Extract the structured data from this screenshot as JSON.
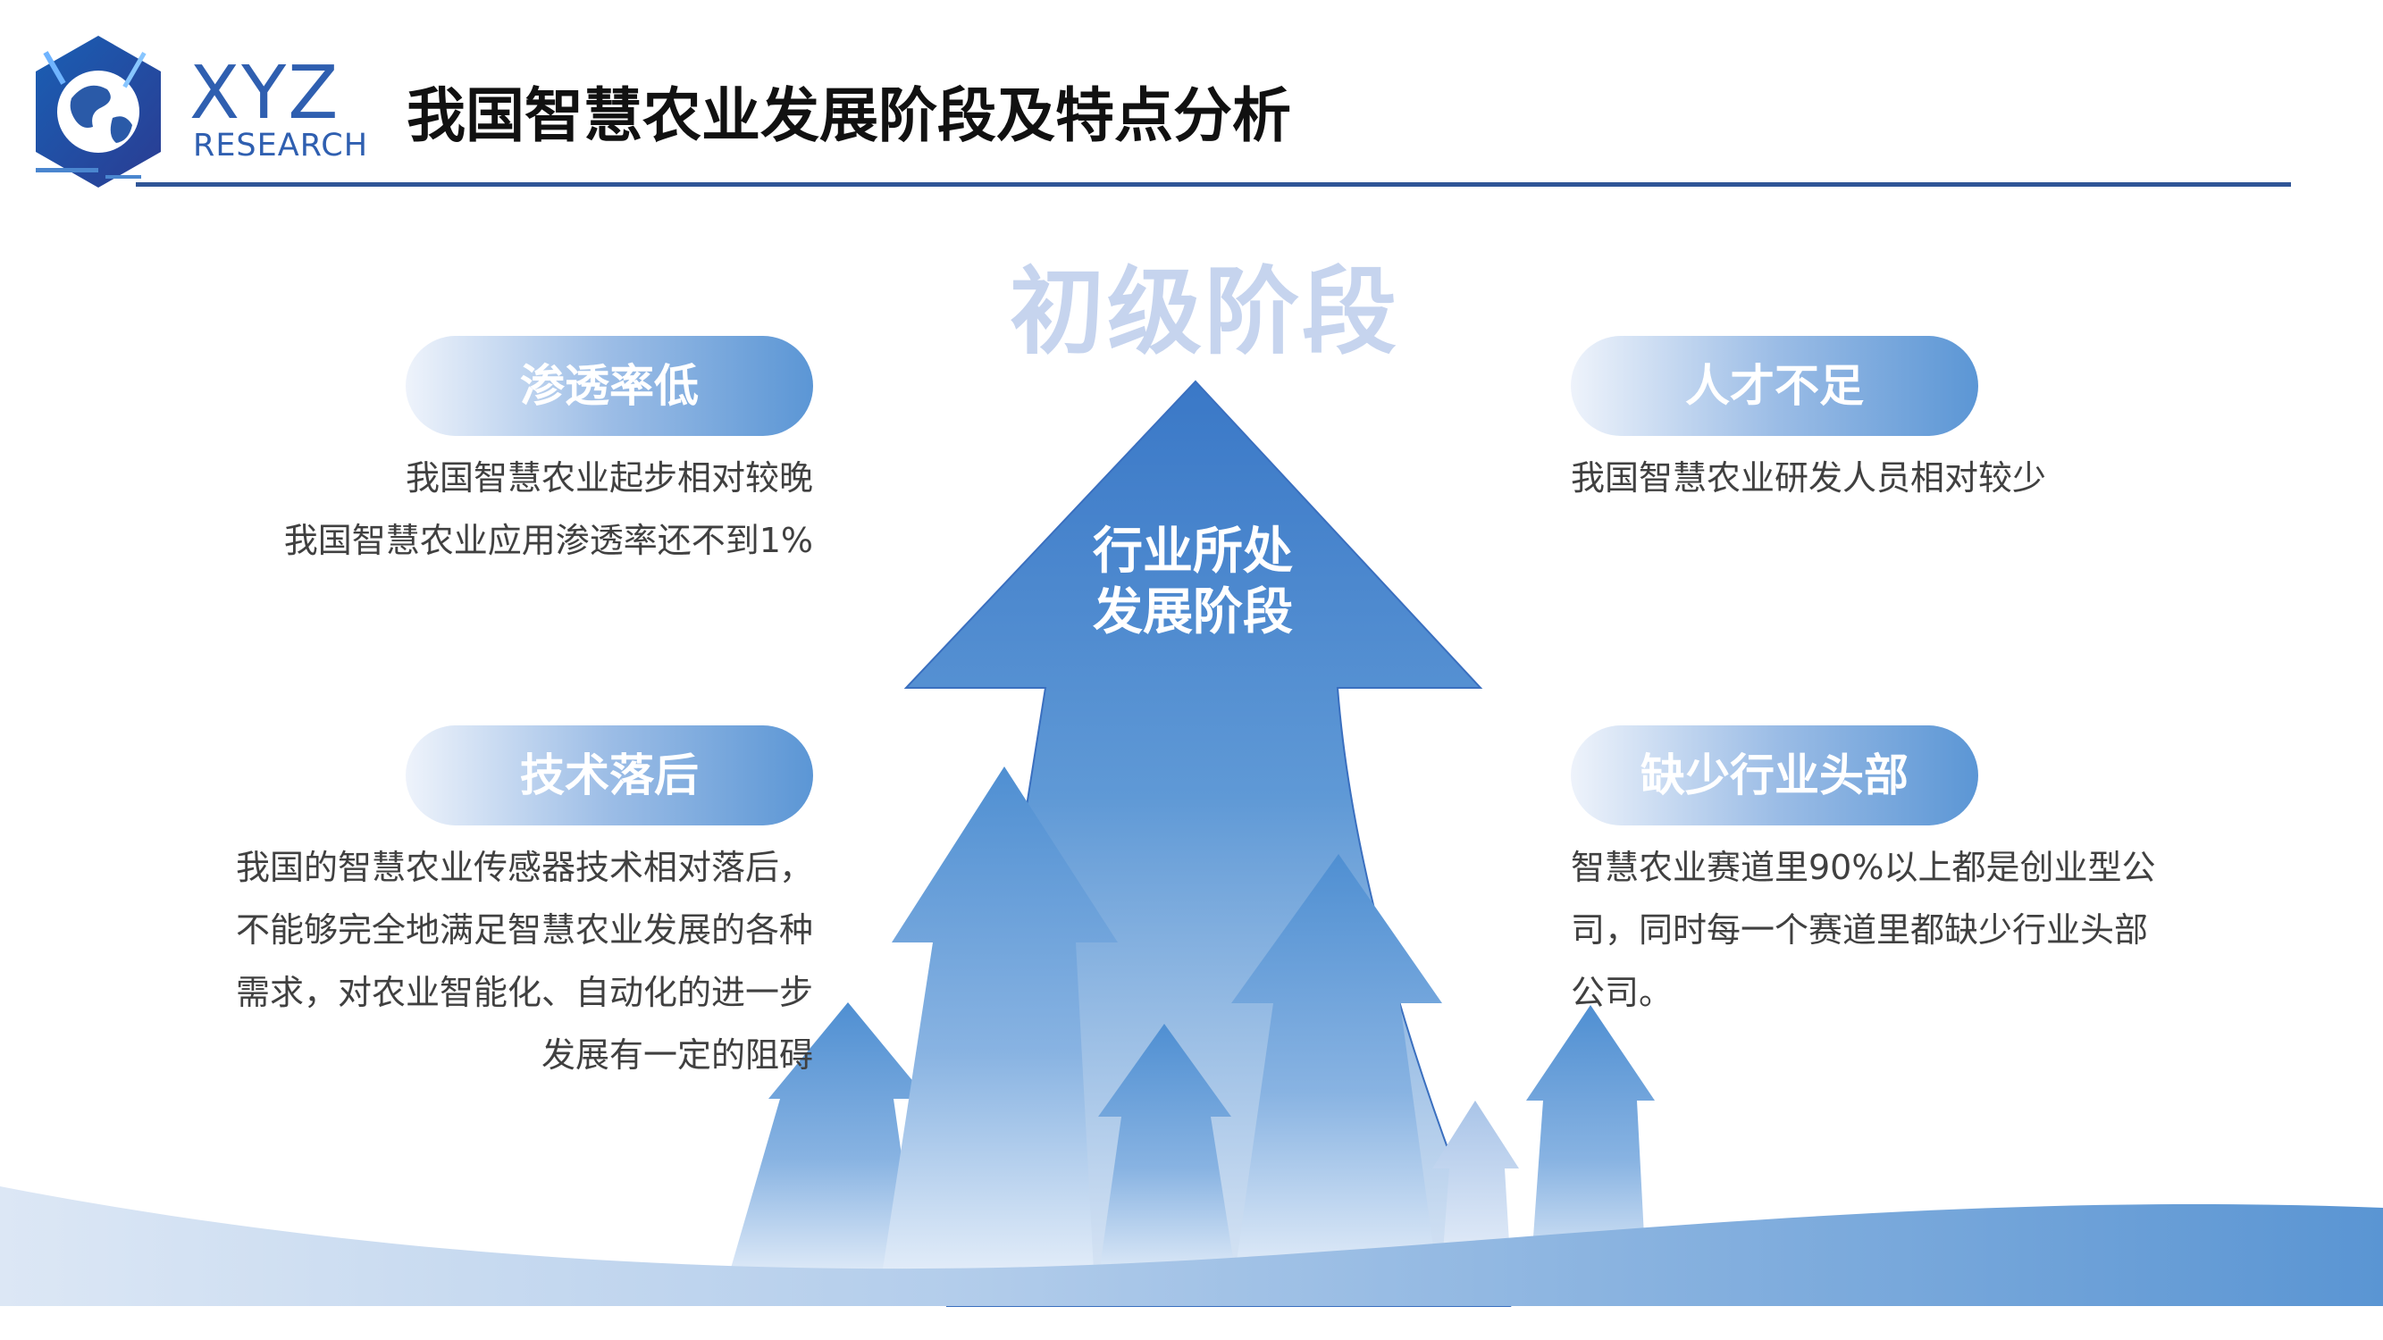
{
  "brand": {
    "name": "XYZ",
    "sub": "RESEARCH"
  },
  "header": {
    "title": "我国智慧农业发展阶段及特点分析"
  },
  "stage": {
    "label": "初级阶段"
  },
  "center_arrow": {
    "line1": "行业所处",
    "line2": "发展阶段"
  },
  "features": [
    {
      "title": "渗透率低",
      "lines": [
        "我国智慧农业起步相对较晚",
        "我国智慧农业应用渗透率还不到1%"
      ]
    },
    {
      "title": "技术落后",
      "lines": [
        "我国的智慧农业传感器技术相对落后，",
        "不能够完全地满足智慧农业发展的各种",
        "需求，对农业智能化、自动化的进一步",
        "发展有一定的阻碍"
      ]
    },
    {
      "title": "人才不足",
      "lines": [
        "我国智慧农业研发人员相对较少"
      ]
    },
    {
      "title": "缺少行业头部",
      "lines": [
        "智慧农业赛道里90%以上都是创业型公",
        "司，同时每一个赛道里都缺少行业头部",
        "公司。"
      ]
    }
  ],
  "colors": {
    "brand_blue": "#2f5fb0",
    "rule_blue": "#2f5597",
    "arrow_blue": "#3e7cc9",
    "pill_end": "#5b96d5",
    "stage_word": "#c6d4ee"
  },
  "icons": {
    "logo": "globe-hexagon-icon"
  }
}
